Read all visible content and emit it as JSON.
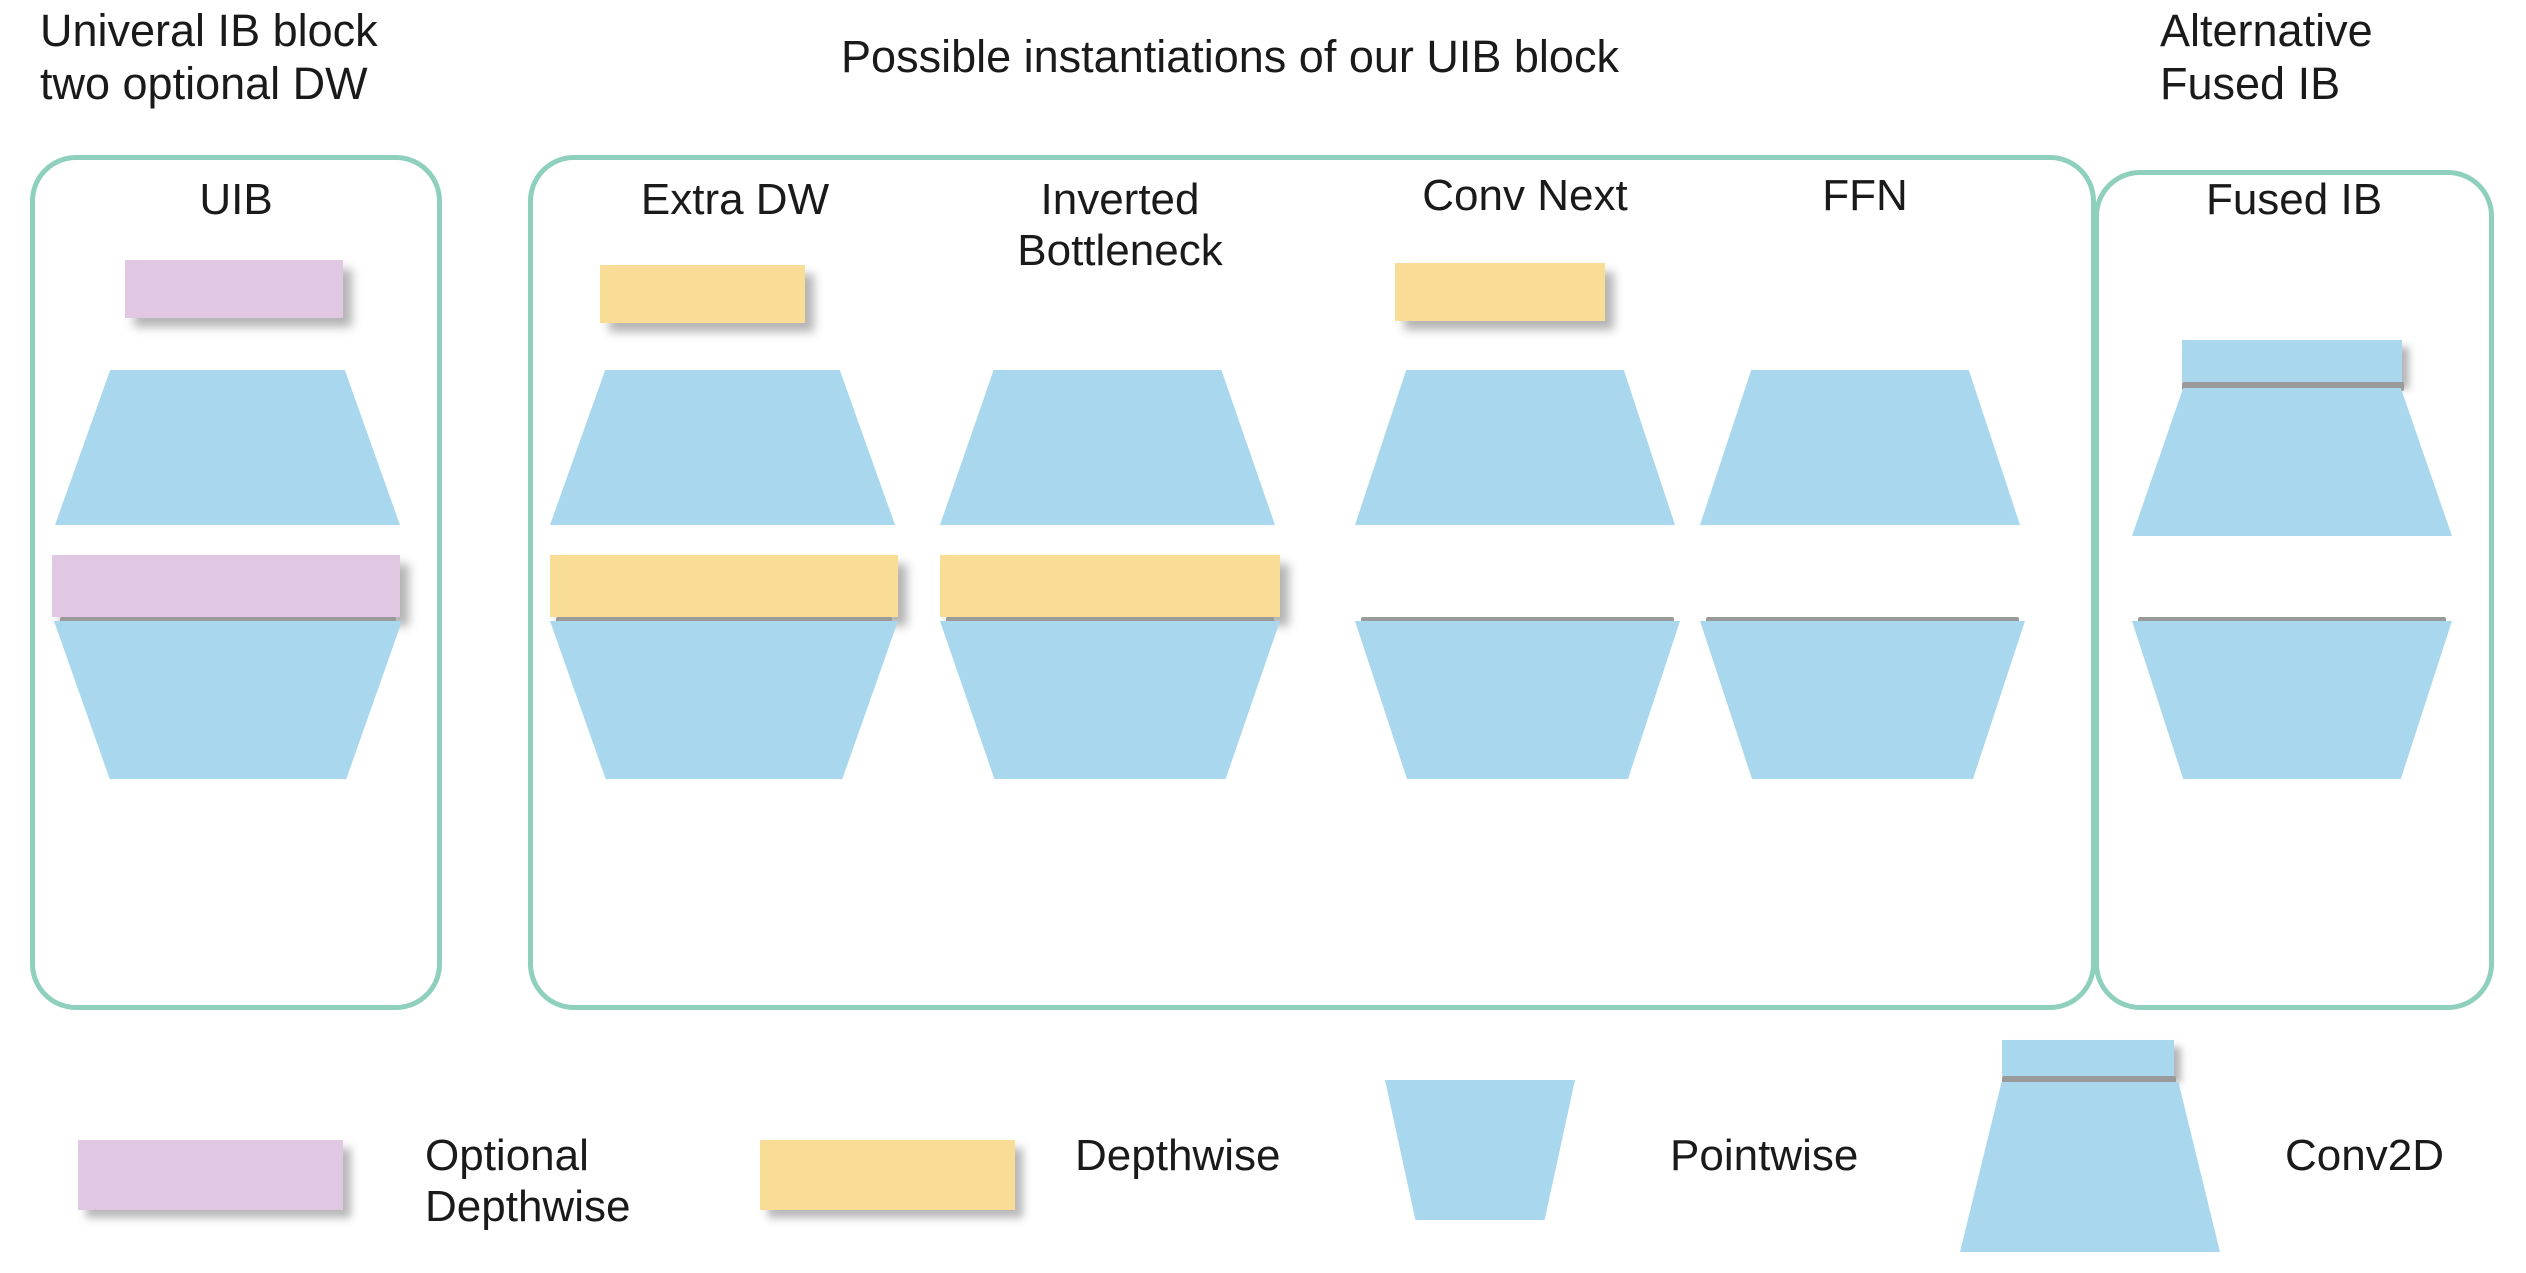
{
  "diagram": {
    "title": "Universal Inverted Bottleneck (UIB) block and its instantiations",
    "colors": {
      "pointwise": "#a9d8ee",
      "depthwise": "#f9dc96",
      "optional_depthwise": "#e0c8e2",
      "group_border": "#8ecfbd",
      "shadow": "#9a9a9a"
    }
  },
  "captions": {
    "left": "Univeral IB block\ntwo optional DW",
    "middle": "Possible instantiations of our UIB block",
    "right": "Alternative\nFused IB"
  },
  "columns": [
    {
      "id": "uib",
      "title": "UIB",
      "group": "left",
      "layers": [
        {
          "type": "optional_depthwise",
          "shape": "rect"
        },
        {
          "type": "pointwise",
          "shape": "trapezoid-expand"
        },
        {
          "type": "optional_depthwise",
          "shape": "rect"
        },
        {
          "type": "pointwise",
          "shape": "trapezoid-project"
        }
      ]
    },
    {
      "id": "extra-dw",
      "title": "Extra DW",
      "group": "middle",
      "layers": [
        {
          "type": "depthwise",
          "shape": "rect"
        },
        {
          "type": "pointwise",
          "shape": "trapezoid-expand"
        },
        {
          "type": "depthwise",
          "shape": "rect"
        },
        {
          "type": "pointwise",
          "shape": "trapezoid-project"
        }
      ]
    },
    {
      "id": "inverted-bottleneck",
      "title": "Inverted\nBottleneck",
      "group": "middle",
      "layers": [
        {
          "type": "pointwise",
          "shape": "trapezoid-expand"
        },
        {
          "type": "depthwise",
          "shape": "rect"
        },
        {
          "type": "pointwise",
          "shape": "trapezoid-project"
        }
      ]
    },
    {
      "id": "conv-next",
      "title": "Conv Next",
      "group": "middle",
      "layers": [
        {
          "type": "depthwise",
          "shape": "rect"
        },
        {
          "type": "pointwise",
          "shape": "trapezoid-expand"
        },
        {
          "type": "pointwise",
          "shape": "trapezoid-project"
        }
      ]
    },
    {
      "id": "ffn",
      "title": "FFN",
      "group": "middle",
      "layers": [
        {
          "type": "pointwise",
          "shape": "trapezoid-expand"
        },
        {
          "type": "pointwise",
          "shape": "trapezoid-project"
        }
      ]
    },
    {
      "id": "fused-ib",
      "title": "Fused IB",
      "group": "right",
      "layers": [
        {
          "type": "conv2d",
          "shape": "slab-plus-trapezoid-expand"
        },
        {
          "type": "pointwise",
          "shape": "trapezoid-project"
        }
      ]
    }
  ],
  "legend": [
    {
      "id": "optional-depthwise",
      "label": "Optional\nDepthwise",
      "swatch": "rect",
      "color": "#e0c8e2"
    },
    {
      "id": "depthwise",
      "label": "Depthwise",
      "swatch": "rect",
      "color": "#f9dc96"
    },
    {
      "id": "pointwise",
      "label": "Pointwise",
      "swatch": "trapezoid-expand",
      "color": "#a9d8ee"
    },
    {
      "id": "conv2d",
      "label": "Conv2D",
      "swatch": "slab-plus-trapezoid-expand",
      "color": "#a9d8ee"
    }
  ]
}
